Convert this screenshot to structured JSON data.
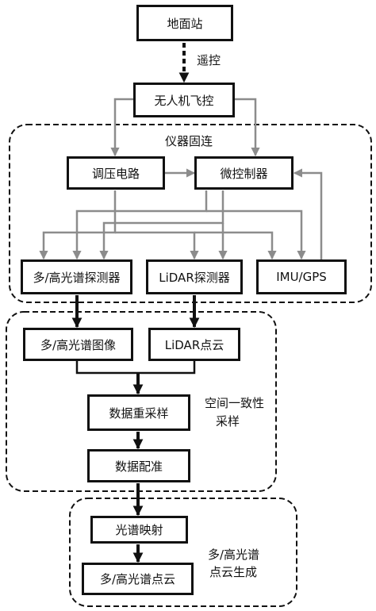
{
  "nodes": {
    "ground_station": "地面站",
    "uav_flight_control": "无人机飞控",
    "voltage_regulator": "调压电路",
    "microcontroller": "微控制器",
    "hyperspectral_detector": "多/高光谱探测器",
    "lidar_detector": "LiDAR探测器",
    "imu_gps": "IMU/GPS",
    "hyperspectral_image": "多/高光谱图像",
    "lidar_point_cloud": "LiDAR点云",
    "data_resampling": "数据重采样",
    "data_registration": "数据配准",
    "spectral_mapping": "光谱映射",
    "hyperspectral_point_cloud": "多/高光谱点云"
  },
  "labels": {
    "remote_control": "遥控",
    "instrument_mount": "仪器固连",
    "spatial_consistency_line1": "空间一致性",
    "spatial_consistency_line2": "采样",
    "point_cloud_generation_line1": "多/高光谱",
    "point_cloud_generation_line2": "点云生成"
  },
  "colors": {
    "box_border": "#111111",
    "gray_arrow": "#8c8c8c",
    "black_arrow": "#111111"
  }
}
